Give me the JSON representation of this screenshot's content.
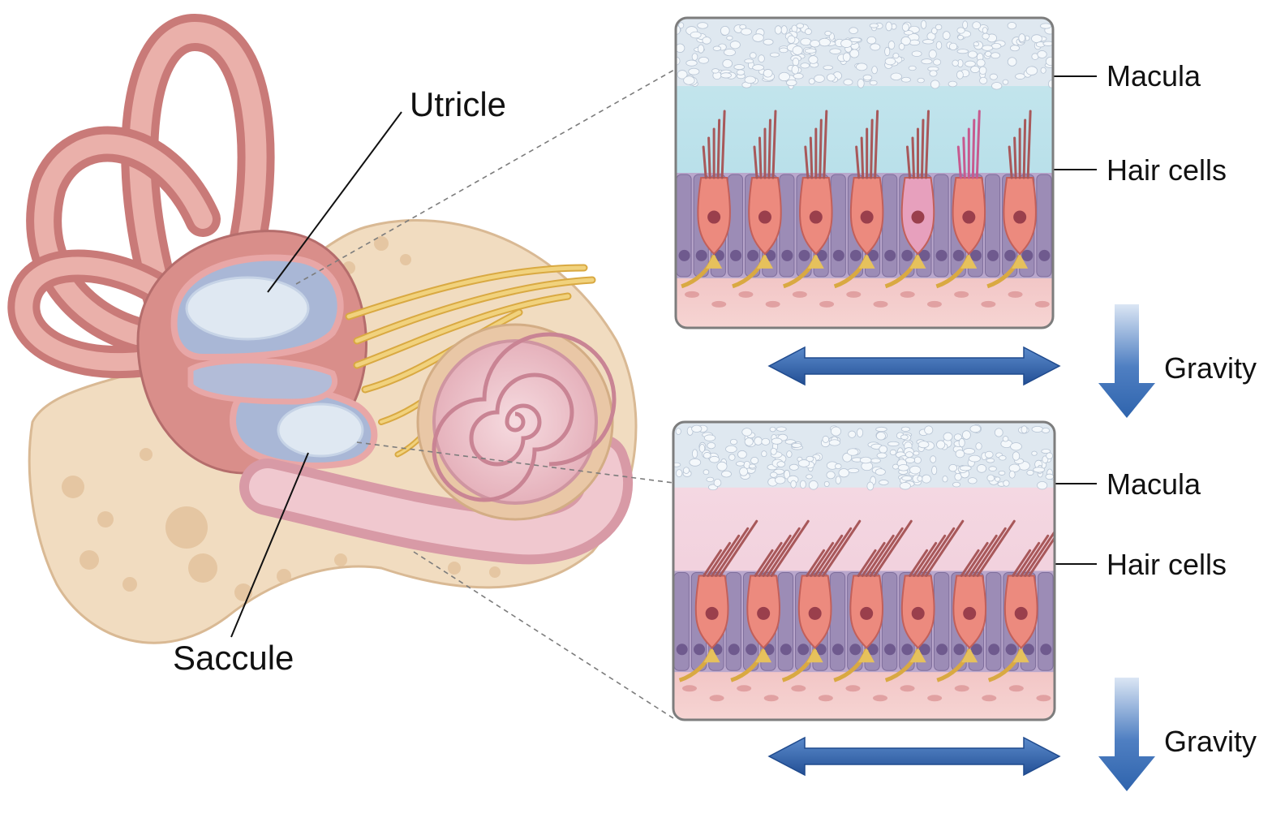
{
  "labels": {
    "utricle": "Utricle",
    "saccule": "Saccule",
    "panel_top": {
      "macula": "Macula",
      "hair_cells": "Hair cells",
      "gravity": "Gravity"
    },
    "panel_bottom": {
      "macula": "Macula",
      "hair_cells": "Hair cells",
      "gravity": "Gravity"
    }
  },
  "panels": [
    {
      "id": "top",
      "hair_cell_count": 7,
      "stereocilia": "upright"
    },
    {
      "id": "bottom",
      "hair_cell_count": 7,
      "stereocilia": "tilted"
    }
  ],
  "colors": {
    "arrow_blue": "#2f64ad",
    "hair_cell": "#ec8a7e",
    "supporting_cell": "#9c8cb6",
    "otoconia": "#dfe8f0",
    "gel_top": "#bfe3ea",
    "gel_bottom": "#f2cfdc",
    "bone": "#f1dcc0",
    "canal": "#d9908b",
    "nerve": "#e6c15c",
    "cochlea": "#efc2c8"
  },
  "icons": [
    "double-arrow-icon",
    "gravity-arrow-icon"
  ]
}
